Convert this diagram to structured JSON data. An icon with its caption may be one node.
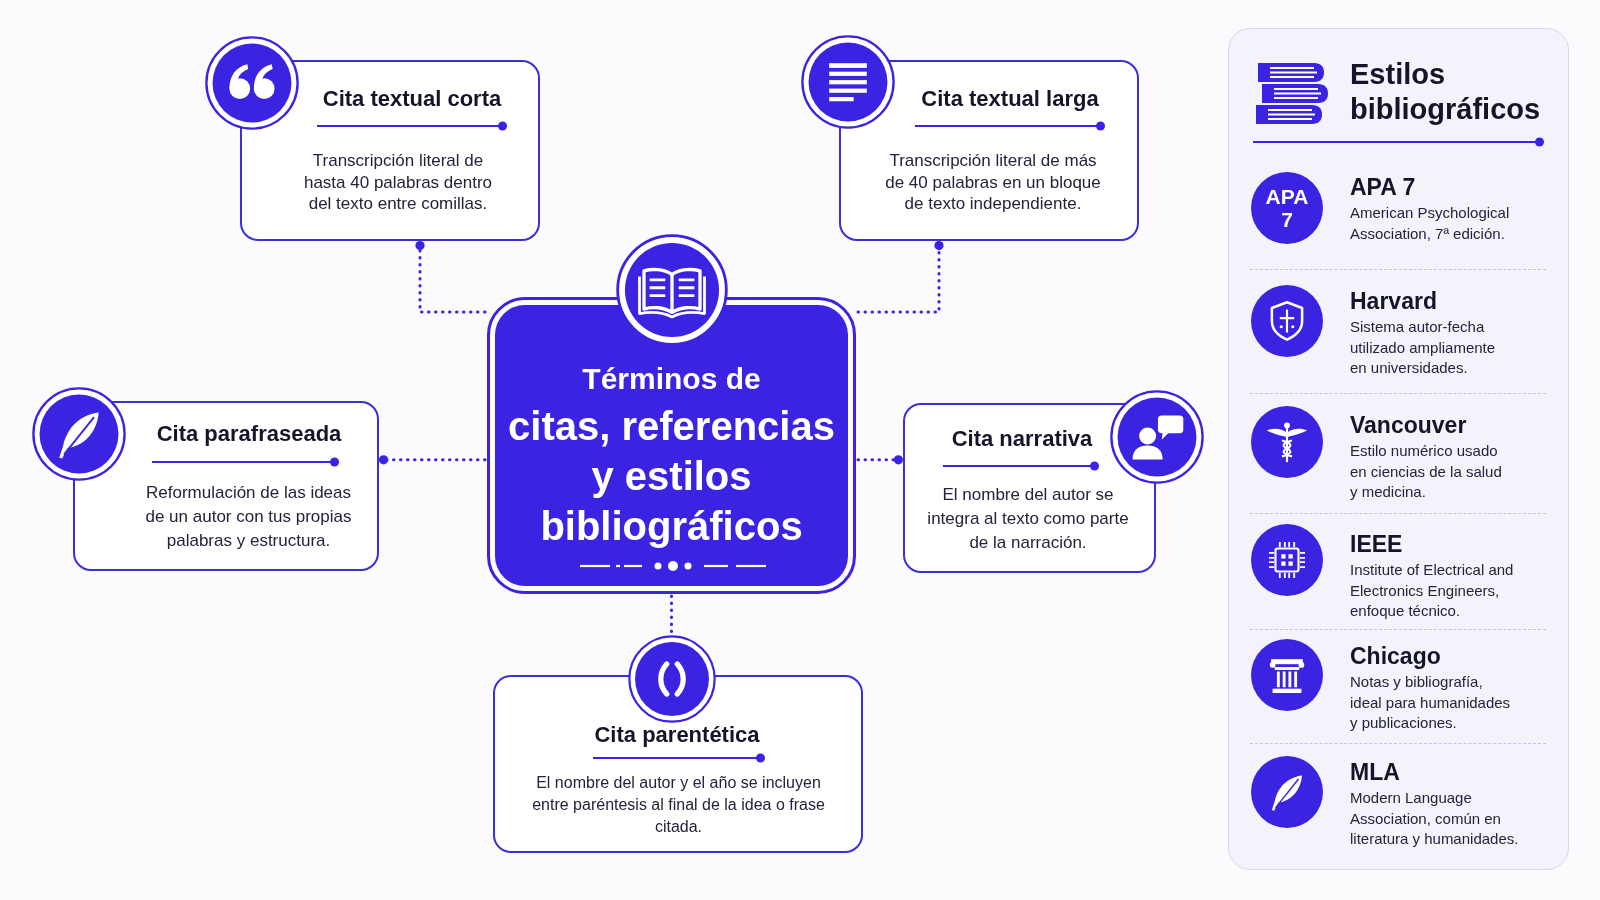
{
  "diagram": {
    "nodes": [
      {
        "text": [
          "Cita textual corta",
          "Transcripción literal de hasta 40 palabras dentro del texto entre comillas."
        ]
      },
      {
        "text": [
          "Cita textual larga",
          "Transcripción literal de más de 40 palabras en un bloque de texto independiente."
        ]
      },
      {
        "text": [
          "Términos de",
          "citas, referencias y estilos bibliográficos"
        ]
      },
      {
        "text": [
          "Cita parafraseada",
          "Reformulación de las ideas de un autor con tus propias palabras y estructura."
        ]
      },
      {
        "text": [
          "Cita narrativa",
          "El nombre del autor se integra al texto como parte de la narración."
        ]
      },
      {
        "text": [
          "Cita parentética",
          "El nombre del autor y el año se incluyen entre paréntesis al final de la idea o frase citada."
        ]
      },
      {
        "text": [
          "Estilos bibliográficos"
        ]
      },
      {
        "text": [
          "APA 7",
          "American Psychological Association, 7ª edición."
        ],
        "in": 6
      },
      {
        "text": [
          "APA 7"
        ],
        "in": 7
      },
      {
        "text": [
          "Harvard",
          "Sistema autor-fecha utilizado ampliamente en universidades."
        ],
        "in": 6
      },
      {
        "text": [
          "Vancouver",
          "Estilo numérico usado en ciencias de la salud y medicina."
        ],
        "in": 6
      },
      {
        "text": [
          "IEEE",
          "Institute of Electrical and Electronics Engineers, enfoque técnico."
        ],
        "in": 6
      },
      {
        "text": [
          "Chicago",
          "Notas y bibliografía, ideal para humanidades y publicaciones."
        ],
        "in": 6
      },
      {
        "text": [
          "MLA",
          "Modern Language Association, común en literatura y humanidades."
        ],
        "in": 6
      }
    ],
    "edges": [
      {
        "from": 2,
        "to": 0,
        "arrow": "other",
        "style": "dashed"
      },
      {
        "from": 2,
        "to": 1,
        "arrow": "other",
        "style": "dashed"
      },
      {
        "from": 2,
        "to": 3,
        "arrow": "other",
        "style": "dashed"
      },
      {
        "from": 2,
        "to": 4,
        "arrow": "other",
        "style": "dashed"
      },
      {
        "from": 2,
        "to": 5,
        "arrow": "none",
        "style": "dashed"
      }
    ]
  }
}
